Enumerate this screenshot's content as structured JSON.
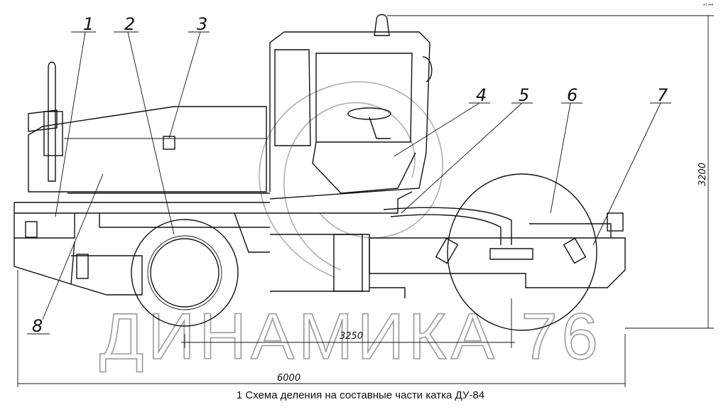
{
  "caption": "1 Схема деления на составные части катка ДУ-84",
  "watermark": "ДИНАМИКА 76",
  "corner_mark": "•ᵃ ••• ",
  "callouts": [
    "1",
    "2",
    "3",
    "4",
    "5",
    "6",
    "7",
    "8"
  ],
  "dimensions": {
    "height": "3200",
    "wheelbase": "3250",
    "length": "6000"
  }
}
